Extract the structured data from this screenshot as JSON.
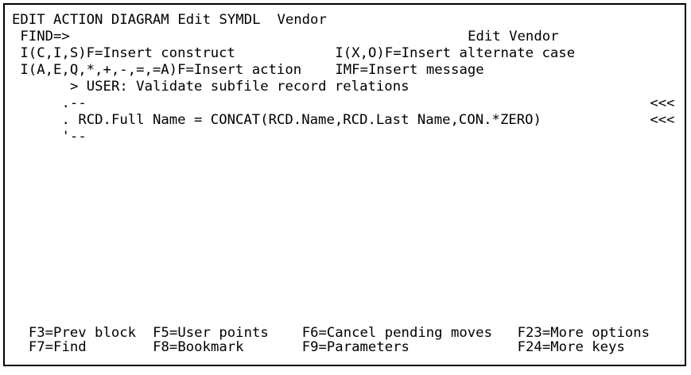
{
  "screen": {
    "background": "#ffffff",
    "text_color": "#000000",
    "border_color": "#000000",
    "title": "EDIT ACTION DIAGRAM",
    "segments": [
      {
        "row": 0,
        "col": 0,
        "name": "screen-title",
        "text": "EDIT ACTION DIAGRAM",
        "interactable": false
      },
      {
        "row": 0,
        "col": 20,
        "name": "header-mode",
        "text": "Edit",
        "interactable": false
      },
      {
        "row": 0,
        "col": 25,
        "name": "header-model-name",
        "text": "SYMDL",
        "interactable": false
      },
      {
        "row": 0,
        "col": 32,
        "name": "header-file-name",
        "text": "Vendor",
        "interactable": false
      },
      {
        "row": 1,
        "col": 1,
        "name": "find-field",
        "text": "FIND=>",
        "interactable": true
      },
      {
        "row": 1,
        "col": 55,
        "name": "header-function-name",
        "text": "Edit Vendor",
        "interactable": false
      },
      {
        "row": 2,
        "col": 1,
        "name": "help-insert-construct",
        "text": "I(C,I,S)F=Insert construct",
        "interactable": false
      },
      {
        "row": 2,
        "col": 39,
        "name": "help-insert-alternate-case",
        "text": "I(X,O)F=Insert alternate case",
        "interactable": false
      },
      {
        "row": 3,
        "col": 1,
        "name": "help-insert-action",
        "text": "I(A,E,Q,*,+,-,=,=A)F=Insert action",
        "interactable": false
      },
      {
        "row": 3,
        "col": 39,
        "name": "help-insert-message",
        "text": "IMF=Insert message",
        "interactable": false
      },
      {
        "row": 4,
        "col": 7,
        "name": "diagram-user-point",
        "text": "> USER: Validate subfile record relations",
        "interactable": true
      },
      {
        "row": 5,
        "col": 6,
        "name": "diagram-construct-open",
        "text": ".--",
        "interactable": true
      },
      {
        "row": 5,
        "col": 77,
        "name": "change-marker",
        "text": "<<<",
        "interactable": false
      },
      {
        "row": 6,
        "col": 6,
        "name": "diagram-statement",
        "text": ". RCD.Full Name = CONCAT(RCD.Name,RCD.Last Name,CON.*ZERO)",
        "interactable": true
      },
      {
        "row": 6,
        "col": 77,
        "name": "change-marker",
        "text": "<<<",
        "interactable": false
      },
      {
        "row": 7,
        "col": 6,
        "name": "diagram-construct-close",
        "text": "'--",
        "interactable": true
      },
      {
        "row": 8,
        "col": 2,
        "name": "fkey-f3",
        "text": "F3=Prev block",
        "interactable": true
      },
      {
        "row": 8,
        "col": 17,
        "name": "fkey-f5",
        "text": "F5=User points",
        "interactable": true
      },
      {
        "row": 8,
        "col": 35,
        "name": "fkey-f6",
        "text": "F6=Cancel pending moves",
        "interactable": true
      },
      {
        "row": 8,
        "col": 61,
        "name": "fkey-f23",
        "text": "F23=More options",
        "interactable": true
      },
      {
        "row": 9,
        "col": 2,
        "name": "fkey-f7",
        "text": "F7=Find",
        "interactable": true
      },
      {
        "row": 9,
        "col": 17,
        "name": "fkey-f8",
        "text": "F8=Bookmark",
        "interactable": true
      },
      {
        "row": 9,
        "col": 35,
        "name": "fkey-f9",
        "text": "F9=Parameters",
        "interactable": true
      },
      {
        "row": 9,
        "col": 61,
        "name": "fkey-f24",
        "text": "F24=More keys",
        "interactable": true
      }
    ]
  }
}
